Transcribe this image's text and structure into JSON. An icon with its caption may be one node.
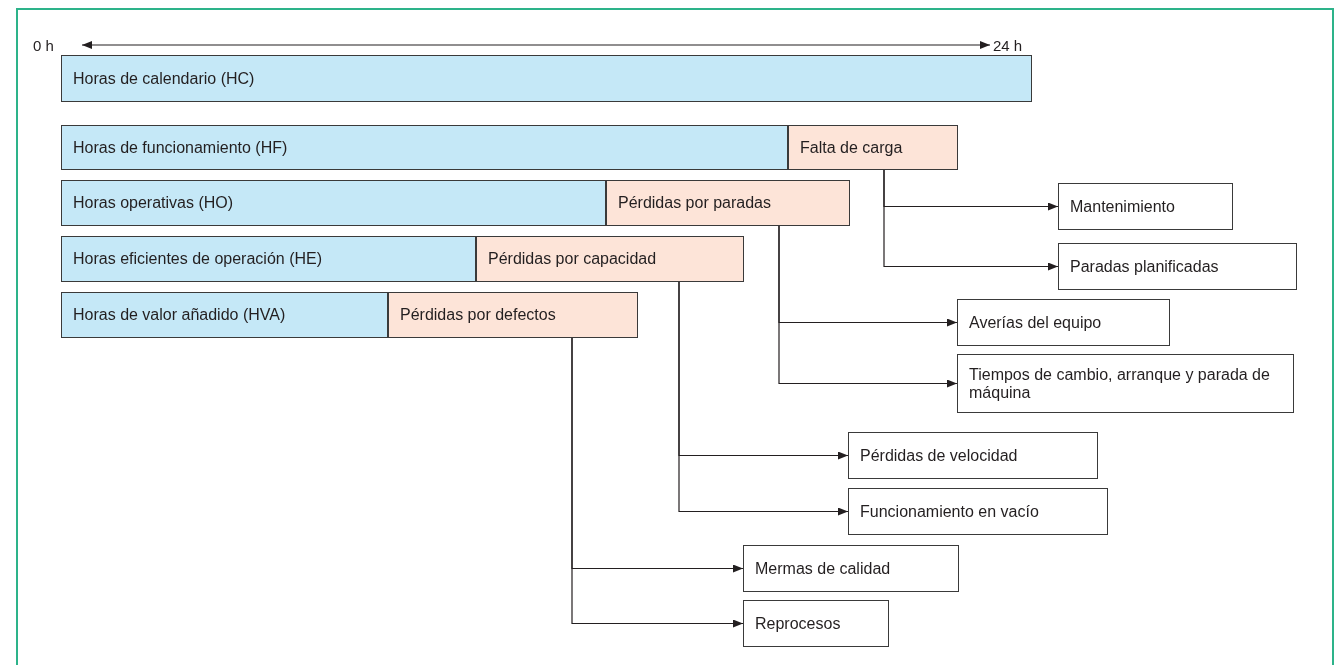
{
  "diagram": {
    "nodes": [
      {
        "text": [
          "Horas de calendario (HC)"
        ]
      },
      {
        "text": [
          "Horas de funcionamiento (HF)"
        ]
      },
      {
        "text": [
          "Falta de carga"
        ]
      },
      {
        "text": [
          "Horas operativas (HO)"
        ]
      },
      {
        "text": [
          "Pérdidas por paradas"
        ]
      },
      {
        "text": [
          "Horas eficientes de operación (HE)"
        ]
      },
      {
        "text": [
          "Pérdidas por capacidad"
        ]
      },
      {
        "text": [
          "Horas de valor añadido (HVA)"
        ]
      },
      {
        "text": [
          "Pérdidas por defectos"
        ]
      },
      {
        "text": [
          "Mantenimiento"
        ]
      },
      {
        "text": [
          "Paradas planificadas"
        ]
      },
      {
        "text": [
          "Averías del equipo"
        ]
      },
      {
        "text": [
          "Tiempos de cambio, arranque y parada de máquina"
        ]
      },
      {
        "text": [
          "Pérdidas de velocidad"
        ]
      },
      {
        "text": [
          "Funcionamiento en vacío"
        ]
      },
      {
        "text": [
          "Mermas de calidad"
        ]
      },
      {
        "text": [
          "Reprocesos"
        ]
      }
    ],
    "edges": [
      {
        "from": 2,
        "to": 9,
        "arrow": "to"
      },
      {
        "from": 2,
        "to": 10,
        "arrow": "to"
      },
      {
        "from": 4,
        "to": 11,
        "arrow": "to"
      },
      {
        "from": 4,
        "to": 12,
        "arrow": "to"
      },
      {
        "from": 6,
        "to": 13,
        "arrow": "to"
      },
      {
        "from": 6,
        "to": 14,
        "arrow": "to"
      },
      {
        "from": 8,
        "to": 15,
        "arrow": "to"
      },
      {
        "from": 8,
        "to": 16,
        "arrow": "to"
      }
    ],
    "labels": [
      "0 h",
      "24 h"
    ]
  }
}
